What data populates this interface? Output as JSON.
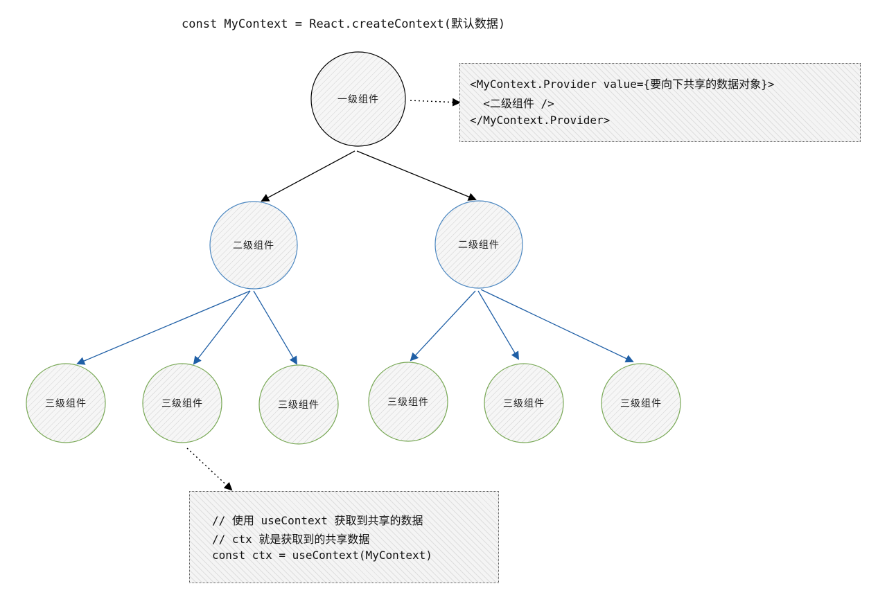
{
  "header": {
    "code": "const MyContext = React.createContext(默认数据)"
  },
  "nodes": {
    "level1": "一级组件",
    "level2_left": "二级组件",
    "level2_right": "二级组件",
    "level3": [
      "三级组件",
      "三级组件",
      "三级组件",
      "三级组件",
      "三级组件",
      "三级组件"
    ]
  },
  "provider_note": {
    "line1": "<MyContext.Provider value={要向下共享的数据对象}>",
    "line2": "  <二级组件 />",
    "line3": "</MyContext.Provider>"
  },
  "consumer_note": {
    "line1": "// 使用 useContext 获取到共享的数据",
    "line2": "// ctx 就是获取到的共享数据",
    "line3": "const ctx = useContext(MyContext)"
  },
  "colors": {
    "level1_stroke": "#000000",
    "level2_stroke": "#4a86c0",
    "level3_stroke": "#78a855",
    "black_edge": "#000000",
    "blue_edge": "#1f5fa6"
  }
}
